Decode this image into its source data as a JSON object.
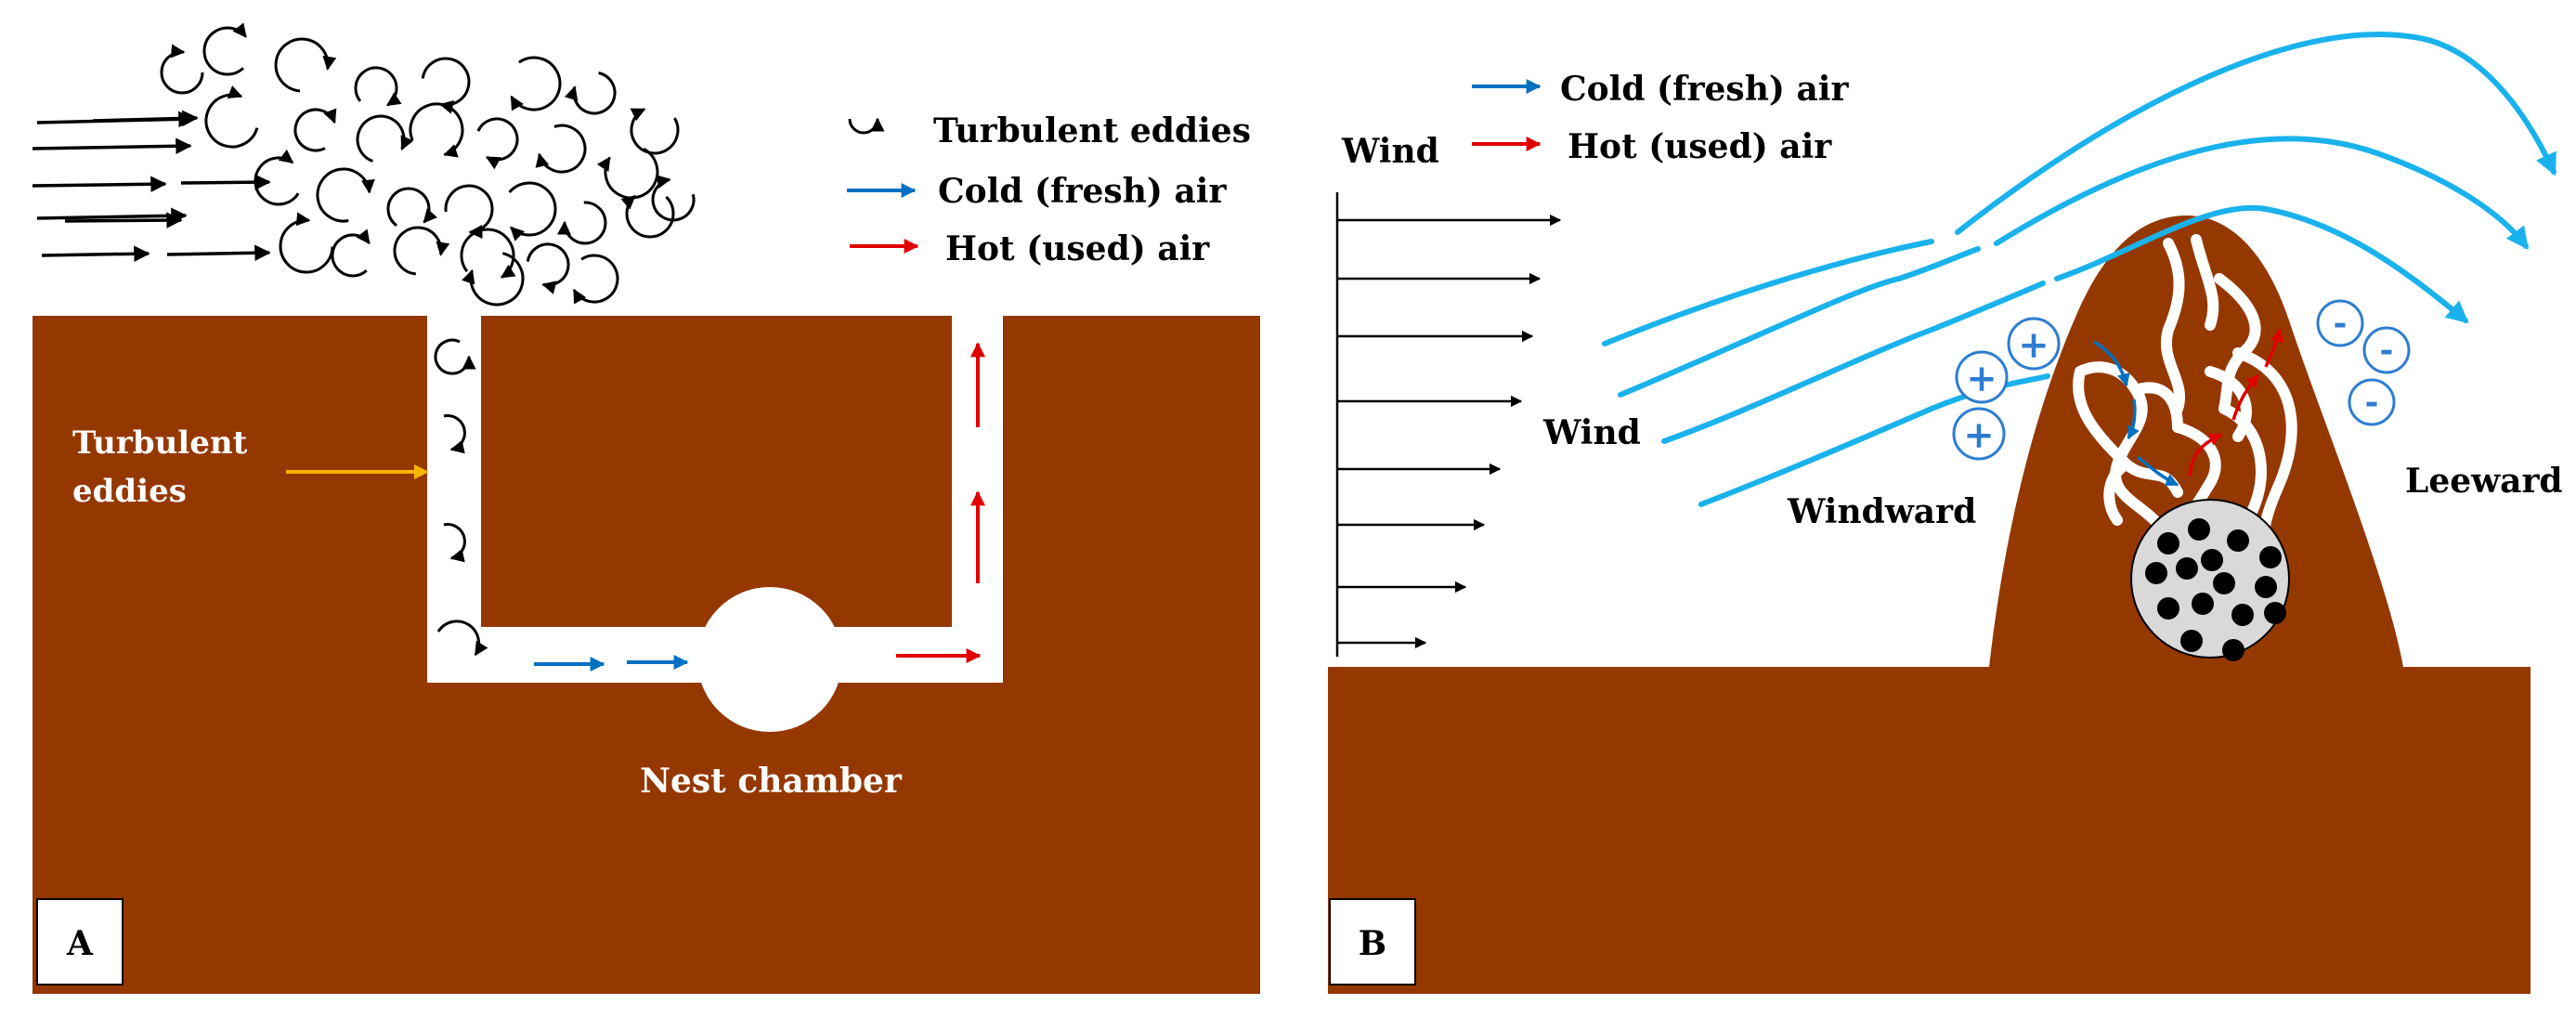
{
  "colors": {
    "soil": "#953800",
    "cold_air": "#0070C0",
    "hot_air": "#E00000",
    "wind_stream": "#1AB2EC",
    "eddy": "#000000",
    "label_white": "#ffffff",
    "nest": "#d9d9d9",
    "pressure_ring": "#2E7DD1"
  },
  "panel_a": {
    "badge": "A",
    "legend": {
      "eddies": "Turbulent eddies",
      "cold": "Cold (fresh) air",
      "hot": "Hot (used) air"
    },
    "side_label_line1": "Turbulent",
    "side_label_line2": "eddies",
    "nest_label": "Nest chamber"
  },
  "panel_b": {
    "badge": "B",
    "legend": {
      "cold": "Cold (fresh) air",
      "hot": "Hot (used) air"
    },
    "wind_profile_label": "Wind",
    "wind_label": "Wind",
    "windward_label": "Windward",
    "leeward_label": "Leeward",
    "plus_sign": "+",
    "minus_sign": "-"
  }
}
